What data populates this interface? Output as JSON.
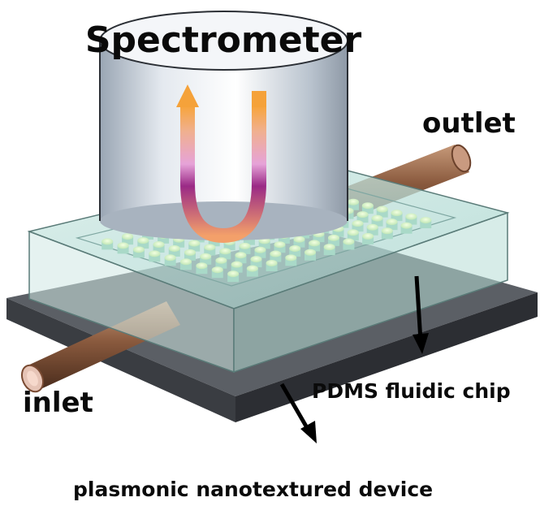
{
  "labels": {
    "spectrometer": "Spectrometer",
    "outlet": "outlet",
    "inlet": "inlet",
    "pdms_chip": "PDMS fluidic chip",
    "device": "plasmonic nanotextured device"
  },
  "colors": {
    "tube": "#8a5a3e",
    "chip_glass": "#bfe3de",
    "device_base": "#4a4d52",
    "pillar": "#d8f2c8",
    "arrow_orange": "#f5a23a",
    "arrow_purple": "#8a1f7a",
    "cylinder": "#dde3ea"
  }
}
